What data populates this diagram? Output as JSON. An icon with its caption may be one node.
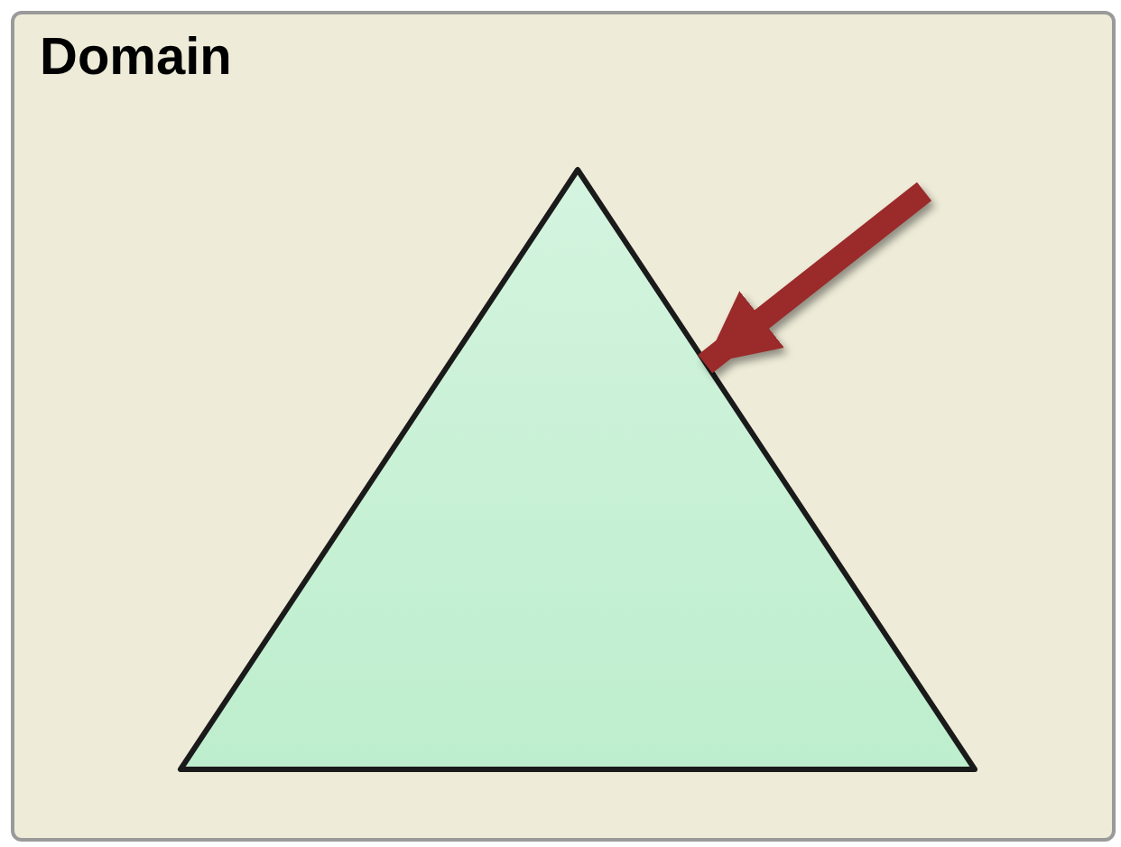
{
  "diagram": {
    "nodes": [
      {
        "text": [
          "Domain"
        ]
      },
      {
        "text": [],
        "shape": "triangle",
        "in": 0
      }
    ],
    "edges": [
      {
        "from": null,
        "to": 1,
        "arrow": "to"
      }
    ]
  }
}
